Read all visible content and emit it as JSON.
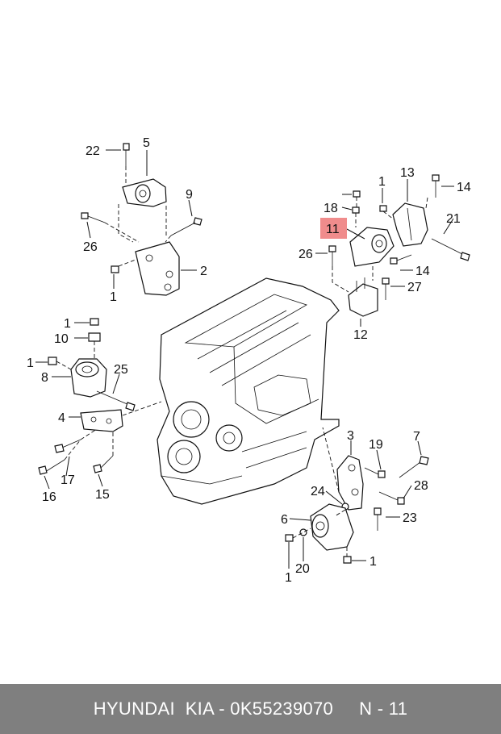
{
  "diagram": {
    "callouts": {
      "c22": "22",
      "c5": "5",
      "c9": "9",
      "c26a": "26",
      "c2": "2",
      "c1a": "1",
      "c1b": "1",
      "c13": "13",
      "c14a": "14",
      "c18": "18",
      "c11": "11",
      "c21": "21",
      "c26b": "26",
      "c14b": "14",
      "c27": "27",
      "c12": "12",
      "c1c": "1",
      "c10": "10",
      "c1d": "1",
      "c8": "8",
      "c25": "25",
      "c4": "4",
      "c17": "17",
      "c16": "16",
      "c15": "15",
      "c3": "3",
      "c19": "19",
      "c7": "7",
      "c28": "28",
      "c24": "24",
      "c23": "23",
      "c6": "6",
      "c20": "20",
      "c1e": "1",
      "c1f": "1"
    },
    "highlight_color": "#f08c8c"
  },
  "footer": {
    "text": "HYUNDAI  KIA - 0K55239070     N - 11",
    "background": "#7f7f7f"
  }
}
